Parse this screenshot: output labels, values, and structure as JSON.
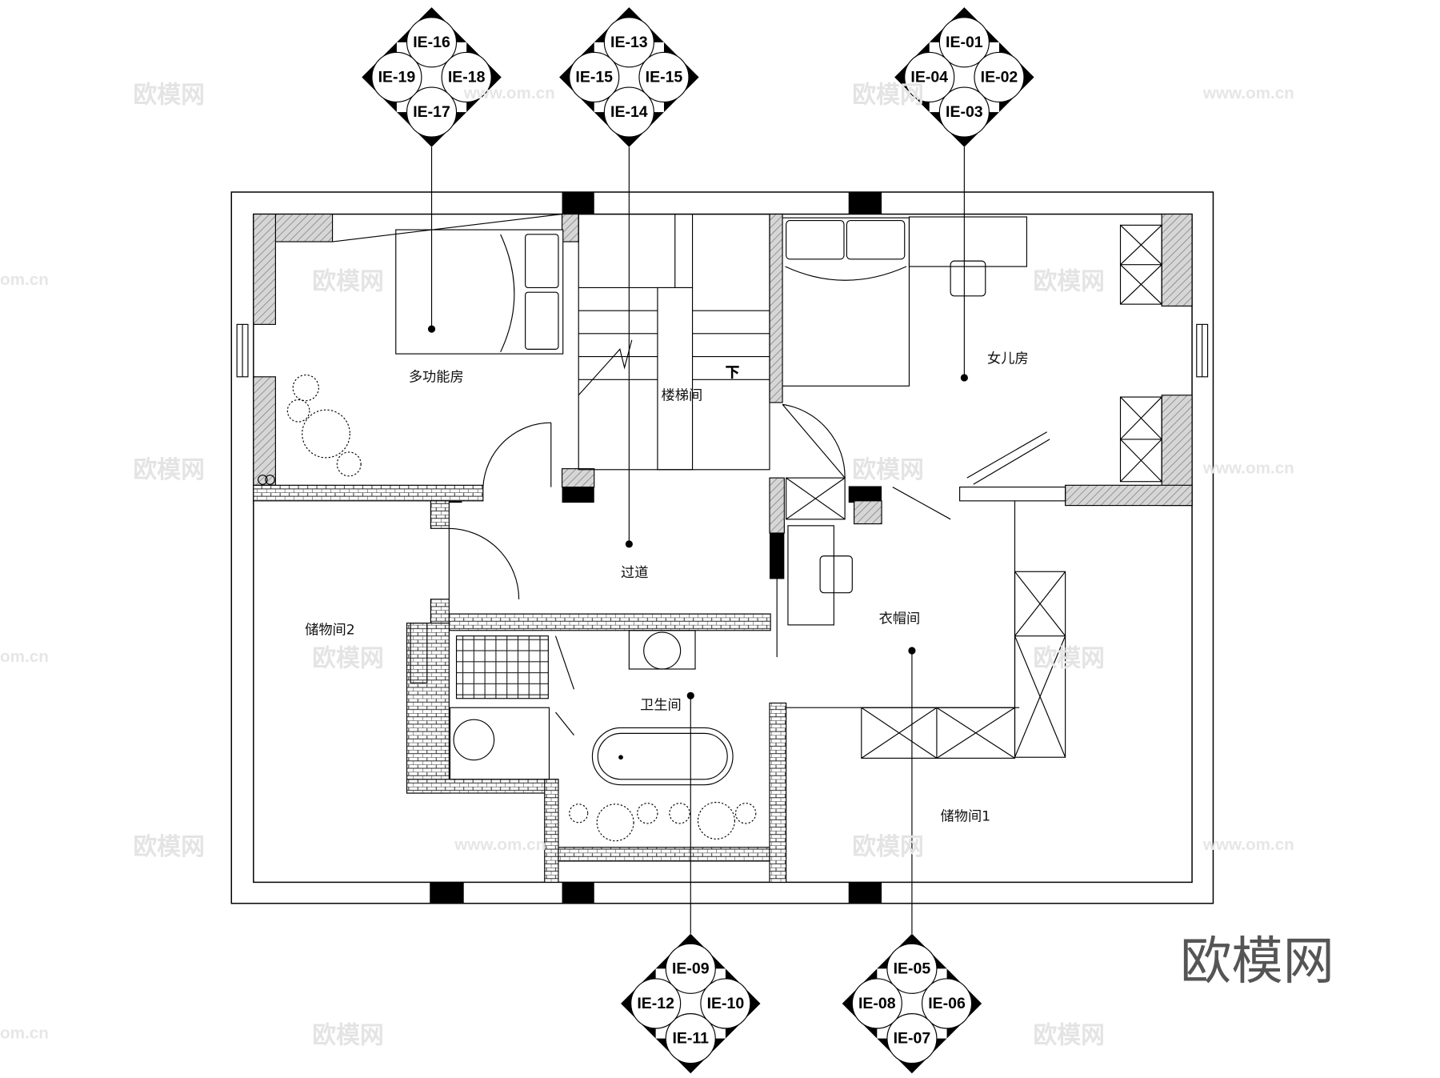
{
  "rooms": {
    "multi_function": "多功能房",
    "stairwell": "楼梯间",
    "daughter_room": "女儿房",
    "corridor": "过道",
    "storage_2": "储物间2",
    "cloakroom": "衣帽间",
    "bathroom": "卫生间",
    "storage_1": "储物间1",
    "stair_down": "下"
  },
  "elevation_tags": [
    {
      "top": "IE-16",
      "right": "IE-18",
      "bottom": "IE-17",
      "left": "IE-19"
    },
    {
      "top": "IE-13",
      "right": "IE-15",
      "bottom": "IE-14",
      "left": "IE-15"
    },
    {
      "top": "IE-01",
      "right": "IE-02",
      "bottom": "IE-03",
      "left": "IE-04"
    },
    {
      "top": "IE-09",
      "right": "IE-10",
      "bottom": "IE-11",
      "left": "IE-12"
    },
    {
      "top": "IE-05",
      "right": "IE-06",
      "bottom": "IE-07",
      "left": "IE-08"
    }
  ],
  "watermark": {
    "brand": "欧模网",
    "url": "www.om.cn",
    "url_short": "om.cn"
  }
}
